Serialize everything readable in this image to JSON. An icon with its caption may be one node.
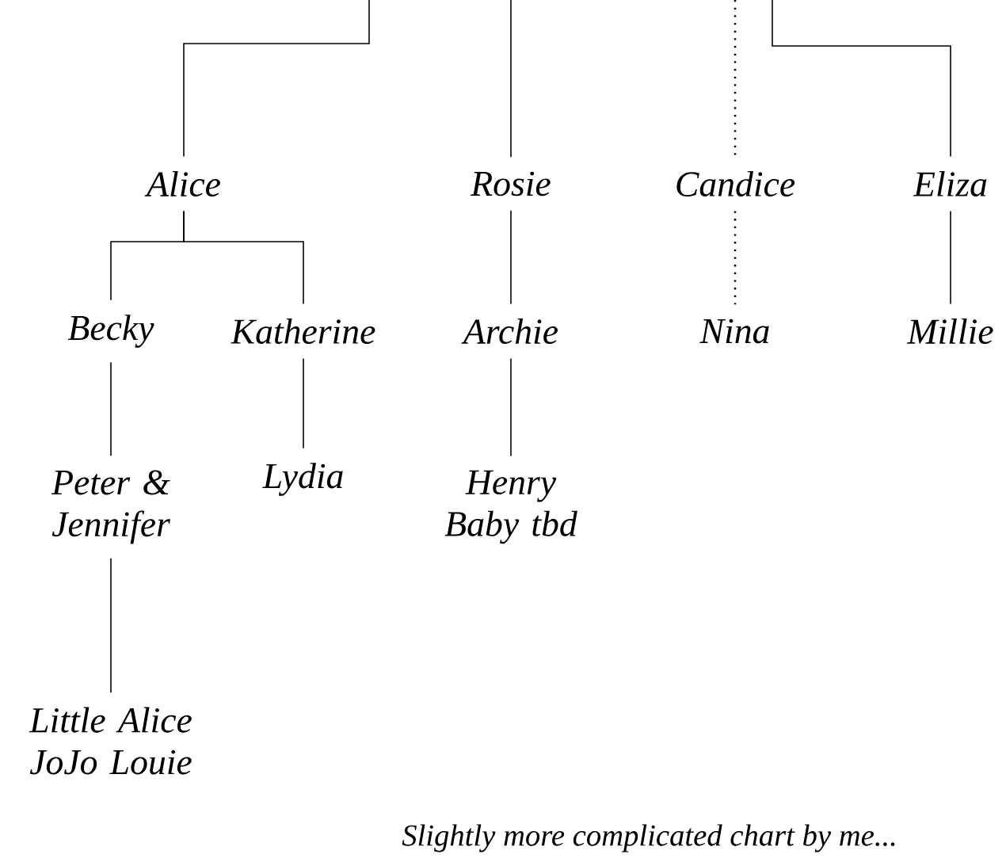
{
  "diagram": {
    "caption": "Slightly more complicated chart by me...",
    "nodes": [
      {
        "text": [
          "Alice"
        ]
      },
      {
        "text": [
          "Rosie"
        ]
      },
      {
        "text": [
          "Candice"
        ]
      },
      {
        "text": [
          "Eliza"
        ]
      },
      {
        "text": [
          "Becky"
        ]
      },
      {
        "text": [
          "Katherine"
        ]
      },
      {
        "text": [
          "Archie"
        ]
      },
      {
        "text": [
          "Nina"
        ]
      },
      {
        "text": [
          "Millie"
        ]
      },
      {
        "text": [
          "Peter & Jennifer"
        ]
      },
      {
        "text": [
          "Lydia"
        ]
      },
      {
        "text": [
          "Henry Baby tbd"
        ]
      },
      {
        "text": [
          "Little Alice JoJo Louie"
        ]
      }
    ],
    "edges": [
      {
        "from": null,
        "to": 0,
        "arrow": "none"
      },
      {
        "from": null,
        "to": 1,
        "arrow": "none"
      },
      {
        "from": null,
        "to": 2,
        "arrow": "none",
        "style": "dashed"
      },
      {
        "from": null,
        "to": 3,
        "arrow": "none"
      },
      {
        "from": 0,
        "to": 4,
        "arrow": "none"
      },
      {
        "from": 0,
        "to": 5,
        "arrow": "none"
      },
      {
        "from": 1,
        "to": 6,
        "arrow": "none"
      },
      {
        "from": 2,
        "to": 7,
        "arrow": "none",
        "style": "dashed"
      },
      {
        "from": 3,
        "to": 8,
        "arrow": "none"
      },
      {
        "from": 4,
        "to": 9,
        "arrow": "none"
      },
      {
        "from": 5,
        "to": 10,
        "arrow": "none"
      },
      {
        "from": 6,
        "to": 11,
        "arrow": "none"
      },
      {
        "from": 9,
        "to": 12,
        "arrow": "none"
      }
    ]
  }
}
